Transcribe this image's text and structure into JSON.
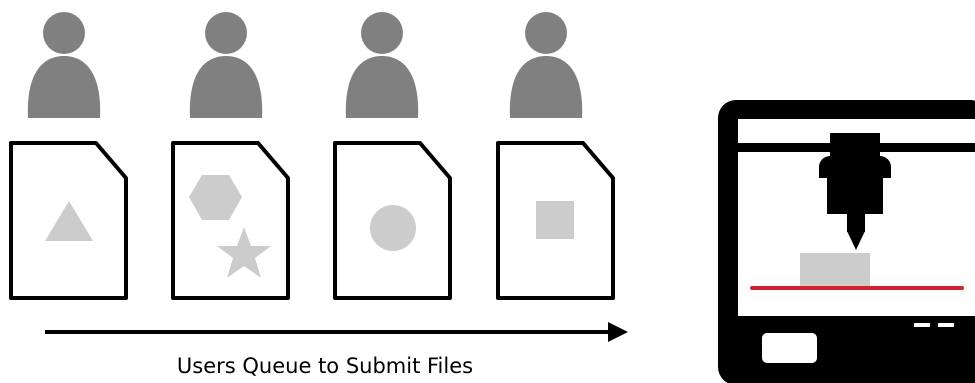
{
  "caption": "Users Queue to Submit Files",
  "colors": {
    "user": "#808080",
    "shape": "#cccccc",
    "outline": "#000000",
    "bed_line": "#d3222a",
    "background": "#ffffff"
  },
  "queue": [
    {
      "user_icon": "person-icon",
      "file_icon": "document-icon",
      "shapes": [
        "triangle"
      ]
    },
    {
      "user_icon": "person-icon",
      "file_icon": "document-icon",
      "shapes": [
        "hexagon",
        "star"
      ]
    },
    {
      "user_icon": "person-icon",
      "file_icon": "document-icon",
      "shapes": [
        "circle"
      ]
    },
    {
      "user_icon": "person-icon",
      "file_icon": "document-icon",
      "shapes": [
        "square"
      ]
    }
  ],
  "arrow_icon": "arrow-right-icon",
  "printer_icon": "3d-printer-icon"
}
